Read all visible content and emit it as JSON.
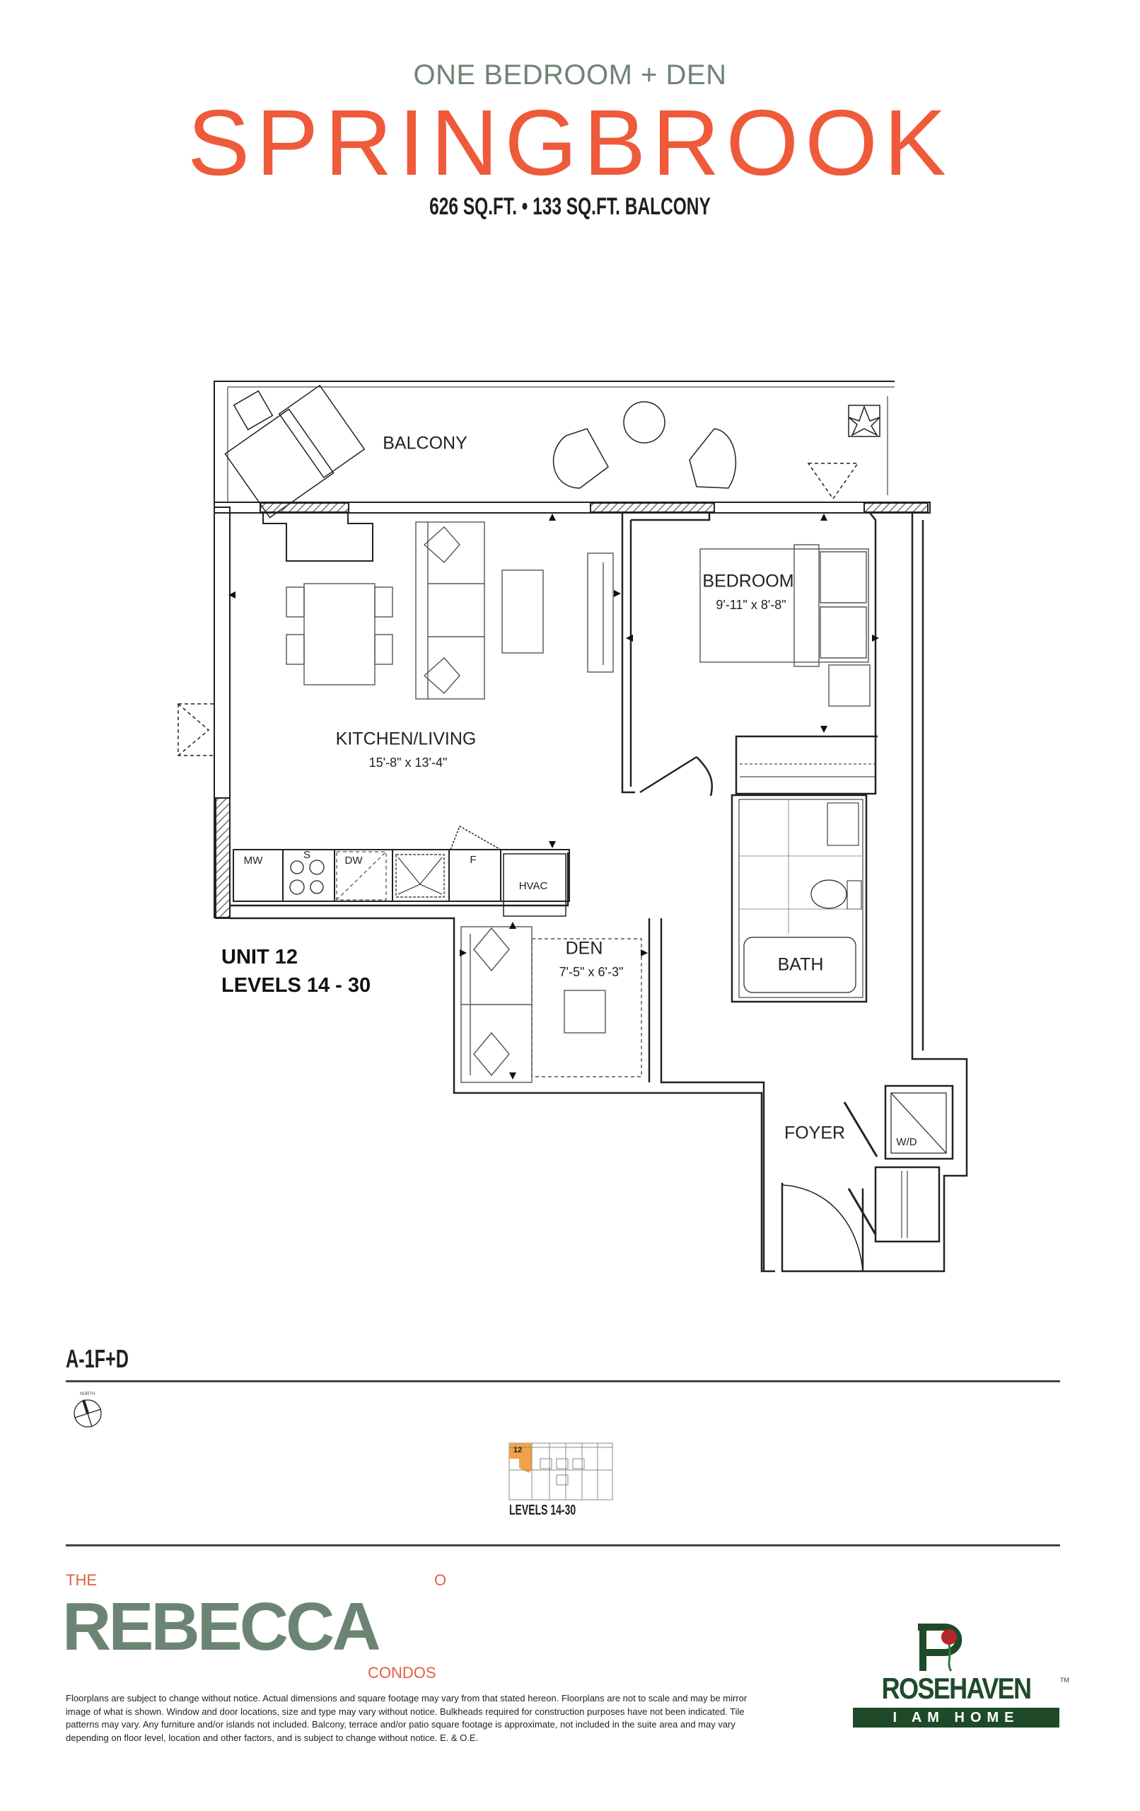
{
  "header": {
    "unit_type": "ONE BEDROOM + DEN",
    "suite_name": "SPRINGBROOK",
    "area": "626 SQ.FT. • 133 SQ.FT. BALCONY"
  },
  "colors": {
    "accent": "#ee5a3a",
    "brand_green": "#6c8474",
    "rosehaven_green": "#1f4a2a",
    "key_highlight": "#f0a24a"
  },
  "floorplan": {
    "rooms": {
      "balcony": "BALCONY",
      "bedroom": "BEDROOM",
      "bedroom_dims": "9'-11\" x 8'-8\"",
      "kitchen_living": "KITCHEN/LIVING",
      "kitchen_living_dims": "15'-8\" x 13'-4\"",
      "den": "DEN",
      "den_dims": "7'-5\" x 6'-3\"",
      "bath": "BATH",
      "foyer": "FOYER"
    },
    "appliances": {
      "mw": "MW",
      "s": "S",
      "dw": "DW",
      "f": "F",
      "hvac": "HVAC",
      "wd": "W/D"
    },
    "unit_label": "UNIT 12",
    "levels_label": "LEVELS 14 - 30"
  },
  "model_code": "A-1F+D",
  "compass_label": "NORTH",
  "key_plan": {
    "unit_number": "12",
    "levels": "LEVELS 14-30"
  },
  "branding": {
    "the": "THE",
    "o": "O",
    "rebecca": "REBECCA",
    "condos": "CONDOS",
    "rosehaven": "ROSEHAVEN",
    "rosehaven_tm": "TM",
    "rosehaven_tagline": "I AM HOME"
  },
  "disclaimer": "Floorplans are subject to change without notice. Actual dimensions and square footage may vary from that stated hereon. Floorplans are not to scale and may be mirror image of what is shown. Window and door locations, size and type may vary without notice. Bulkheads required for construction purposes have not been indicated. Tile patterns may vary. Any furniture and/or islands not included. Balcony, terrace and/or patio square footage is approximate, not included in the suite area and may vary depending on floor level, location and other factors, and is subject to change without notice. E. & O.E."
}
